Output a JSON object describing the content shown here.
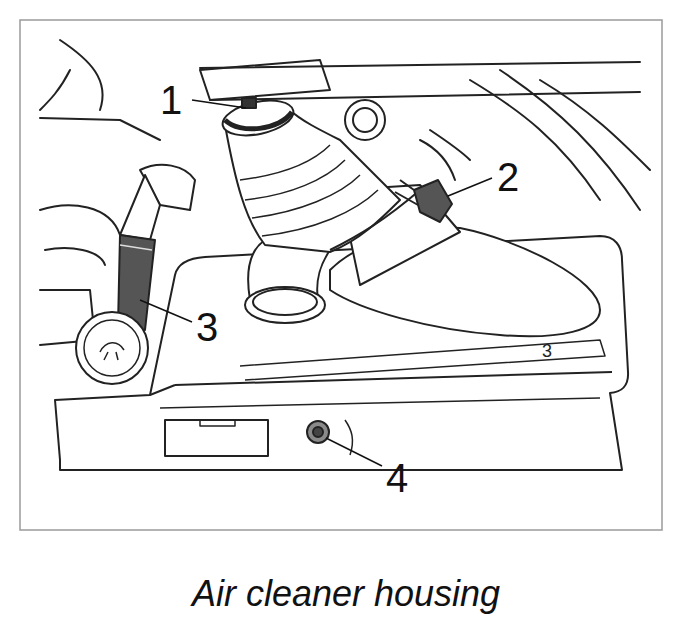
{
  "diagram": {
    "caption": "Air cleaner housing",
    "labels": [
      "1",
      "2",
      "3",
      "3",
      "4"
    ]
  }
}
